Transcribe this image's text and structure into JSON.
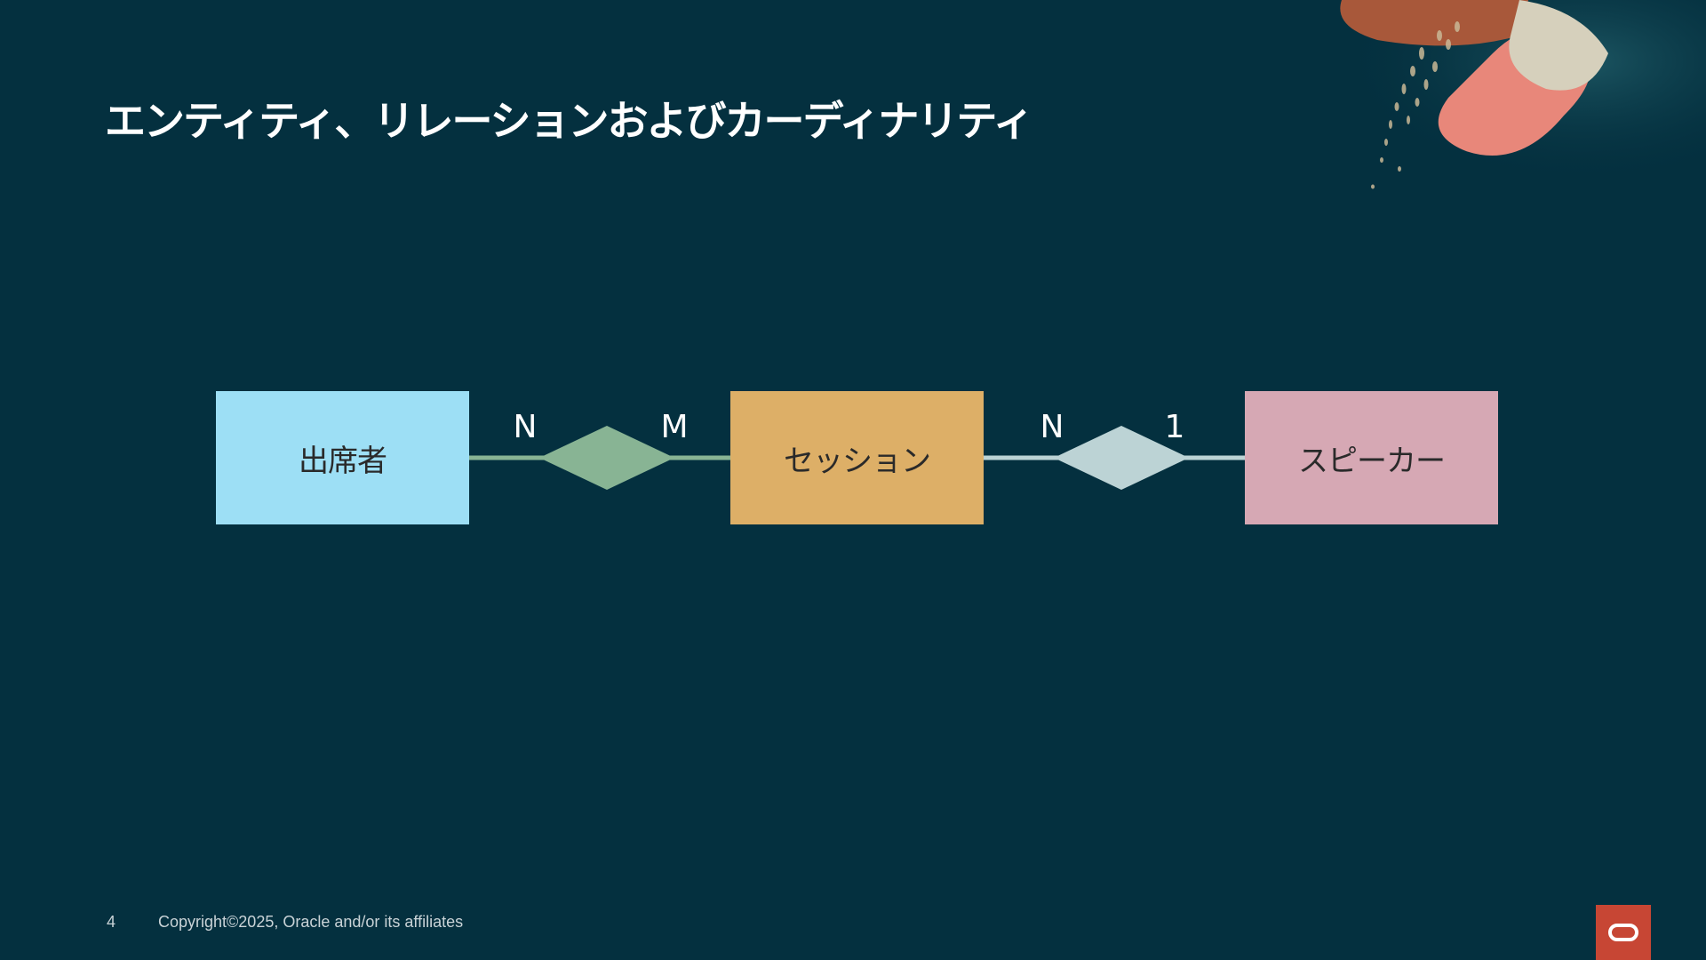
{
  "slide": {
    "title": "エンティティ、リレーションおよびカーディナリティ",
    "page_number": "4",
    "copyright": "Copyright©2025, Oracle and/or its affiliates"
  },
  "diagram": {
    "entities": [
      {
        "label": "出席者",
        "color": "#9ddff5"
      },
      {
        "label": "セッション",
        "color": "#ddaf67"
      },
      {
        "label": "スピーカー",
        "color": "#d6a8b4"
      }
    ],
    "relationships": [
      {
        "left_cardinality": "N",
        "right_cardinality": "M",
        "color": "#88b494"
      },
      {
        "left_cardinality": "N",
        "right_cardinality": "1",
        "color": "#bcd3d5"
      }
    ]
  },
  "logo": {
    "icon": "oracle-logo-icon",
    "color": "#c74634"
  }
}
